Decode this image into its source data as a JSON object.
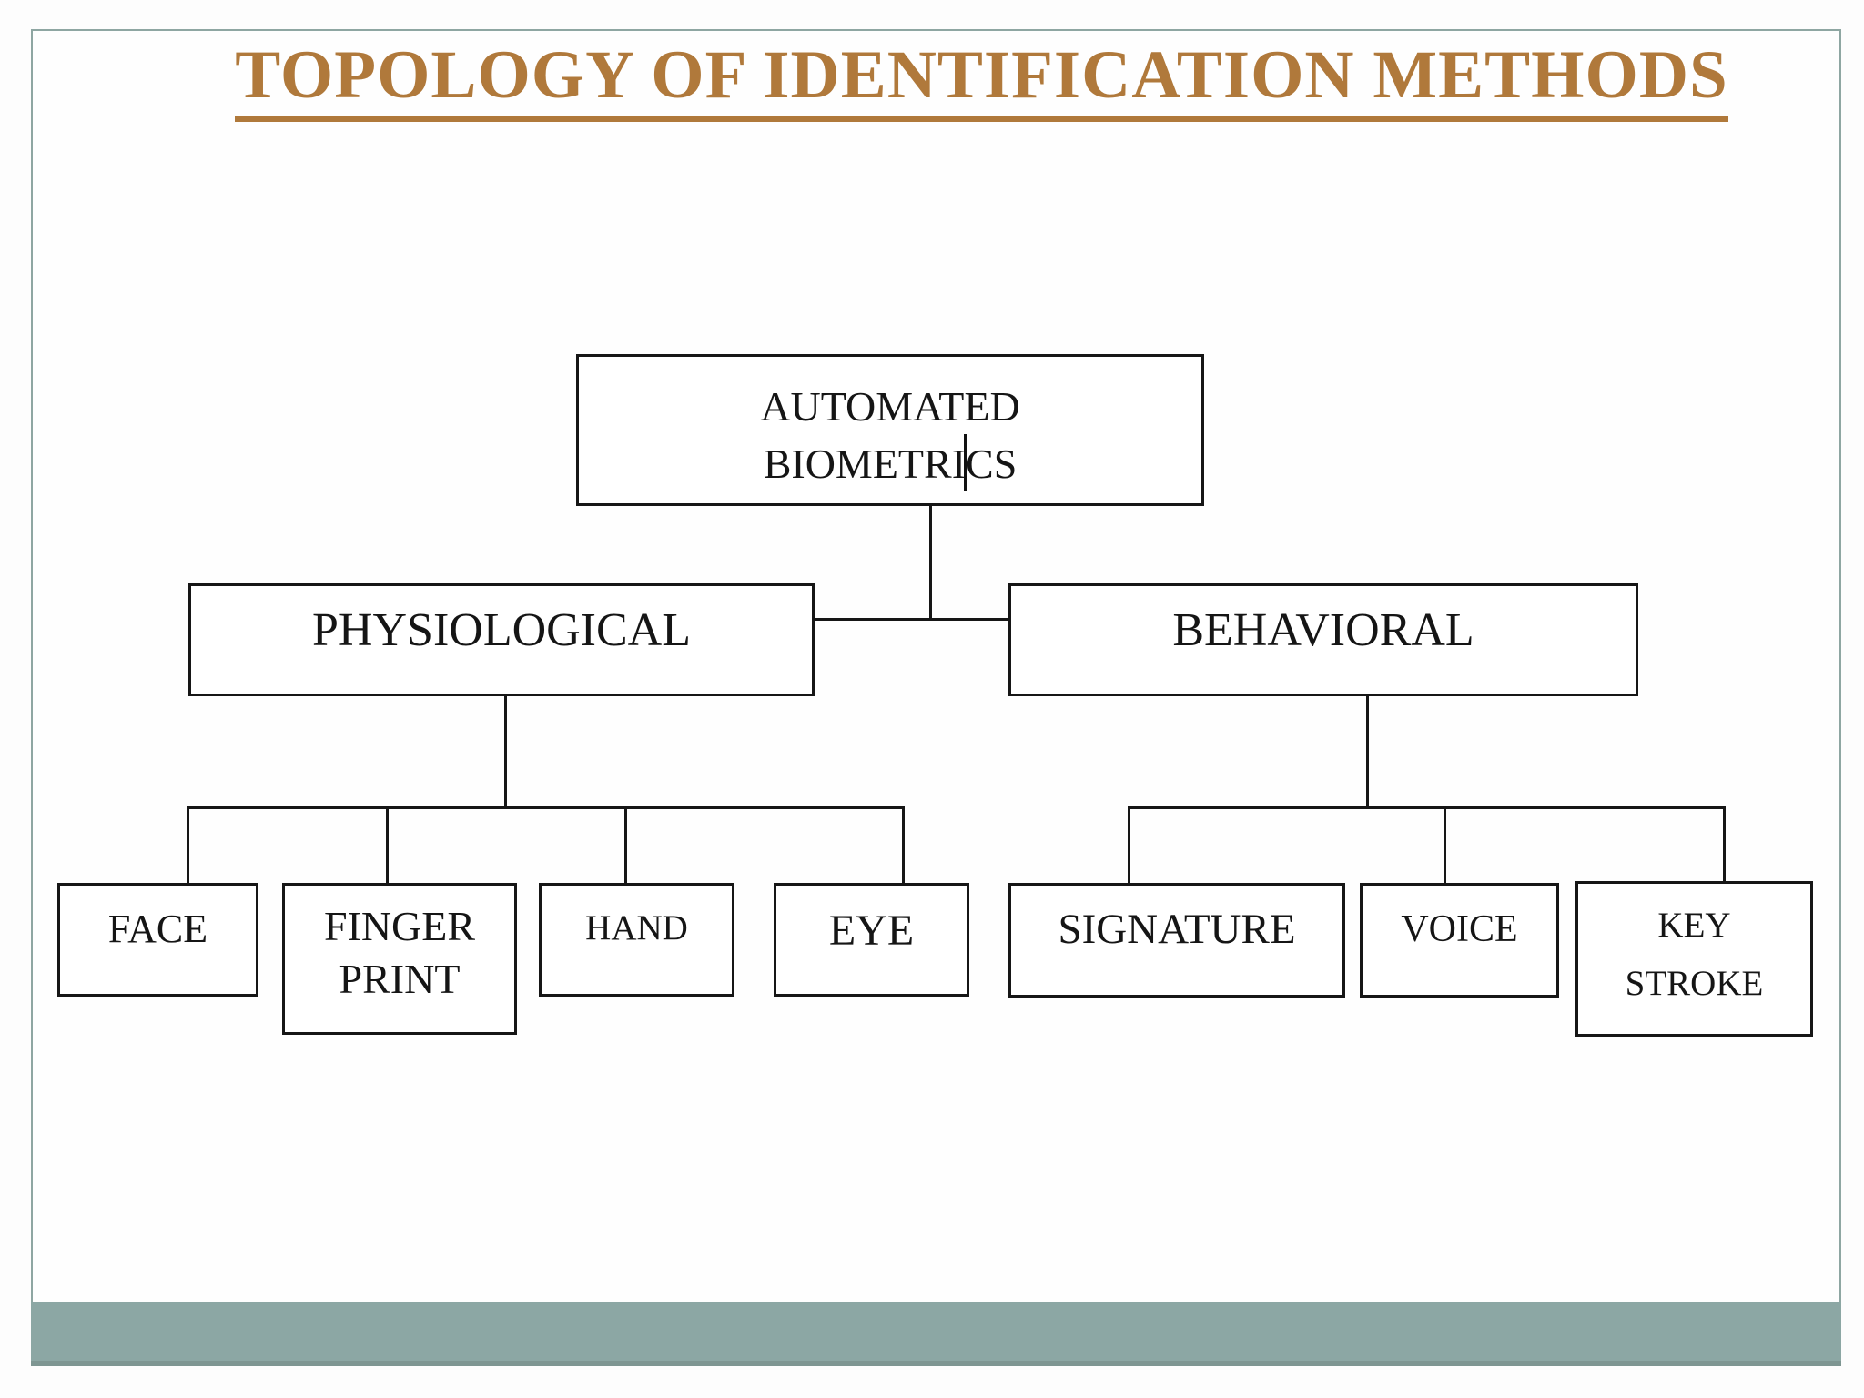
{
  "title": "TOPOLOGY OF IDENTIFICATION METHODS",
  "diagram": {
    "root": {
      "label": "AUTOMATED\nBIOMETRICS"
    },
    "branches": [
      {
        "label": "PHYSIOLOGICAL",
        "children": [
          {
            "label": "FACE"
          },
          {
            "label": "FINGER\nPRINT"
          },
          {
            "label": "HAND"
          },
          {
            "label": "EYE"
          }
        ]
      },
      {
        "label": "BEHAVIORAL",
        "children": [
          {
            "label": "SIGNATURE"
          },
          {
            "label": "VOICE"
          },
          {
            "label": "KEY\nSTROKE"
          }
        ]
      }
    ],
    "text_cursor": "caret shown inside BIOMETRICS between R and I"
  },
  "colors": {
    "title_text": "#b0793b",
    "title_underline": "#b0793b",
    "node_border": "#161616",
    "node_fill": "#ffffff",
    "connector_line": "#161616",
    "frame_border": "#8ea6a2",
    "footer_bar": "#8ca7a4",
    "footer_bar_edge": "#7e9692",
    "background": "#fdfdfd"
  }
}
